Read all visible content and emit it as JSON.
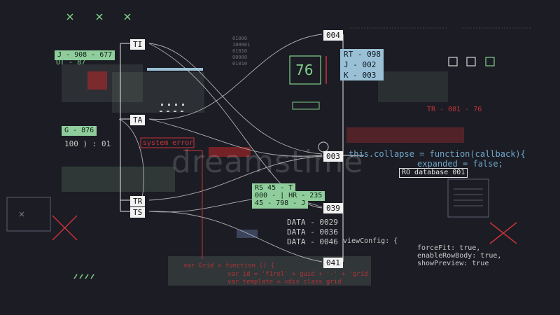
{
  "tags": {
    "ti": "TI",
    "ta": "TA",
    "tr": "TR",
    "ts": "TS",
    "n004": "004",
    "n003": "003",
    "n039": "039",
    "n041": "041"
  },
  "counter": "76",
  "readouts": {
    "rt": "RT - 098",
    "j": "J - 002",
    "k": "K - 003",
    "tr_right": "TR - 001 - 76"
  },
  "left_labels": {
    "j908": "J - 908 - 677",
    "ut87": "UT - 87",
    "g876": "G - 876",
    "count": "100 ) : 01"
  },
  "mid_labels": {
    "rs": "RS 45 - T",
    "hr": "000 - | HR - 235",
    "j798": "45 - 798 - J",
    "system_error": "system error",
    "ro_database": "RO database 001"
  },
  "data_lines": [
    "DATA - 0029",
    "DATA - 0036",
    "DATA - 0046"
  ],
  "code": {
    "collapse": "this.collapse = function(callback){",
    "expanded": "expanded = false;",
    "viewconfig": "viewConfig: {",
    "forcefit": "forceFit: true,",
    "enablerow": "enableRowBody: true,",
    "showpreview": "showPreview: true",
    "grid1": "var Grid = function () {",
    "grid2": "var id = 'f1rel' + guid + '-' + 'grid",
    "grid3": "var template = <div class grid"
  },
  "binary": [
    "01000",
    "100001",
    "01010",
    "00000",
    "01010"
  ],
  "watermark": "dreamstime",
  "colors": {
    "background": "#1c1c24",
    "green": "#7fd18b",
    "red": "#c8343a",
    "blue": "#9ac0d6",
    "white": "#f2f2f2"
  }
}
